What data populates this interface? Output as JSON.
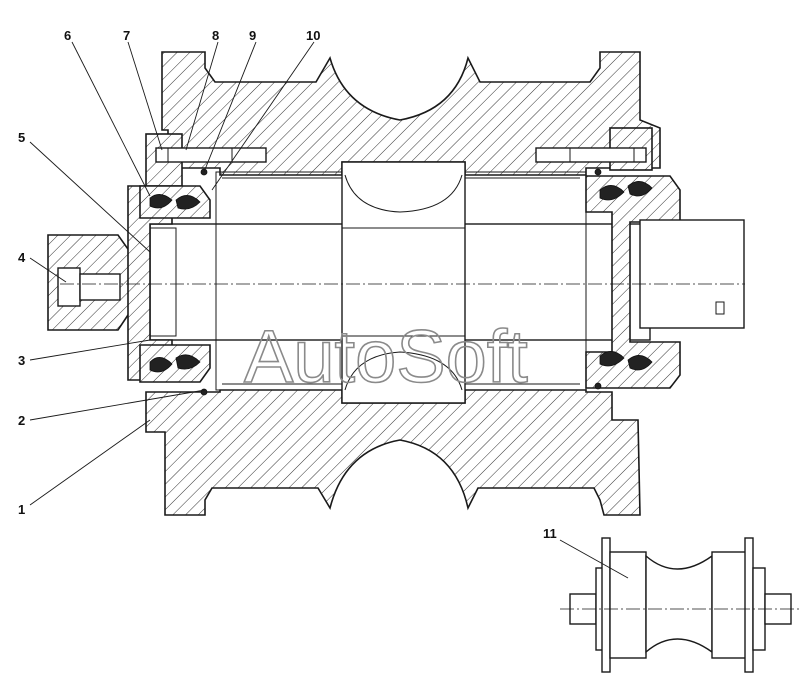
{
  "watermark": "AutoSoft",
  "callouts": [
    {
      "id": "c1",
      "num": "1"
    },
    {
      "id": "c2",
      "num": "2"
    },
    {
      "id": "c3",
      "num": "3"
    },
    {
      "id": "c4",
      "num": "4"
    },
    {
      "id": "c5",
      "num": "5"
    },
    {
      "id": "c6",
      "num": "6"
    },
    {
      "id": "c7",
      "num": "7"
    },
    {
      "id": "c8",
      "num": "8"
    },
    {
      "id": "c9",
      "num": "9"
    },
    {
      "id": "c10",
      "num": "10"
    },
    {
      "id": "c11",
      "num": "11"
    }
  ]
}
